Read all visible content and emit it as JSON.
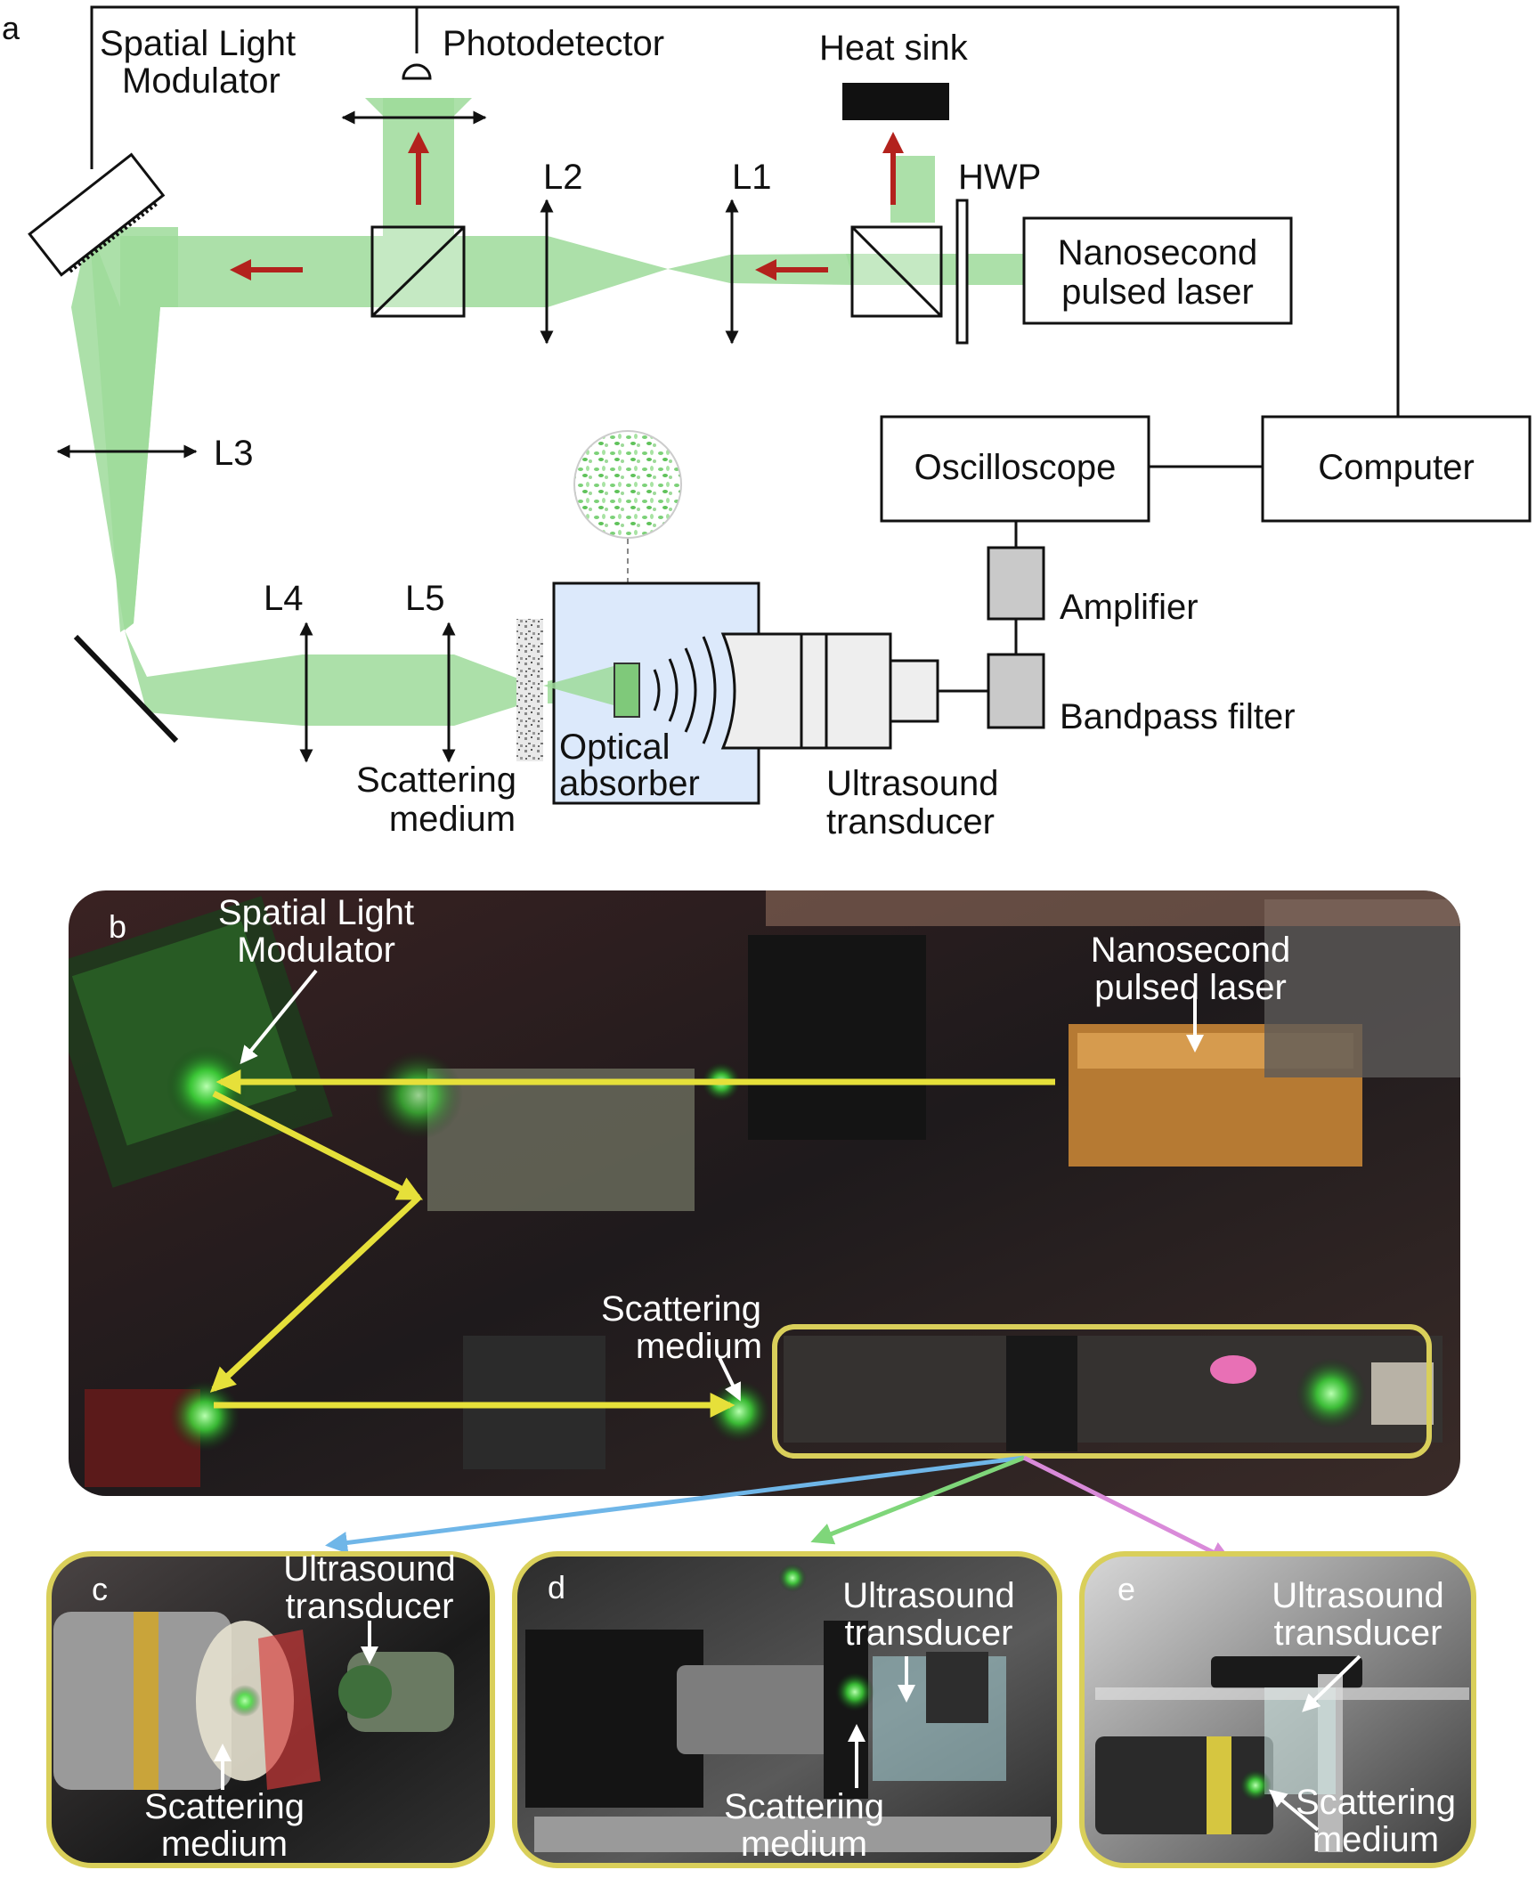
{
  "panels": {
    "a": "a",
    "b": "b",
    "c": "c",
    "d": "d",
    "e": "e"
  },
  "schematic": {
    "slm": [
      "Spatial Light",
      "Modulator"
    ],
    "photodetector": "Photodetector",
    "heat_sink": "Heat sink",
    "l1": "L1",
    "l2": "L2",
    "l3": "L3",
    "l4": "L4",
    "l5": "L5",
    "hwp": "HWP",
    "laser": [
      "Nanosecond",
      "pulsed laser"
    ],
    "oscilloscope": "Oscilloscope",
    "computer": "Computer",
    "amplifier": "Amplifier",
    "bandpass": "Bandpass filter",
    "scattering": [
      "Scattering",
      "medium"
    ],
    "absorber": [
      "Optical",
      "absorber"
    ],
    "transducer": [
      "Ultrasound",
      "transducer"
    ]
  },
  "photo_b": {
    "slm": [
      "Spatial Light",
      "Modulator"
    ],
    "laser": [
      "Nanosecond",
      "pulsed laser"
    ],
    "scattering": [
      "Scattering",
      "medium"
    ]
  },
  "photo_c": {
    "transducer": [
      "Ultrasound",
      "transducer"
    ],
    "scattering": [
      "Scattering",
      "medium"
    ]
  },
  "photo_d": {
    "transducer": [
      "Ultrasound",
      "transducer"
    ],
    "scattering": [
      "Scattering",
      "medium"
    ]
  },
  "photo_e": {
    "transducer": [
      "Ultrasound",
      "transducer"
    ],
    "scattering": [
      "Scattering",
      "medium"
    ]
  },
  "colors": {
    "beam": "#9ddb9a",
    "arrow_red": "#b3221d",
    "beam_path_yellow": "#e6e03a",
    "highlight_box": "#d9cf5a",
    "link_c": "#6fb6e8",
    "link_d": "#7fd67a",
    "link_e": "#d98ad9",
    "absorber_box": "#dce9fb"
  }
}
